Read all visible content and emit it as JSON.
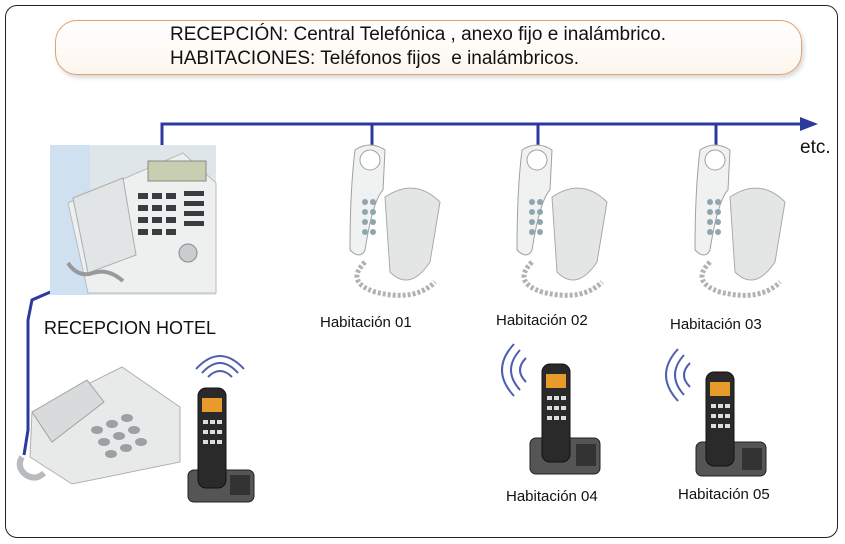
{
  "banner": {
    "line1": "RECEPCIÓN: Central Telefónica , anexo fijo e inalámbrico.",
    "line2": "HABITACIONES: Teléfonos fijos  e inalámbricos."
  },
  "etc_label": "etc.",
  "reception_label": "RECEPCION HOTEL",
  "rooms": {
    "r01": "Habitación 01",
    "r02": "Habitación 02",
    "r03": "Habitación 03",
    "r04": "Habitación 04",
    "r05": "Habitación 05"
  },
  "colors": {
    "line": "#2b3a9c",
    "banner_border": "#e0a070",
    "phone_body": "#e6e9ea",
    "handset_dark": "#2a2a2a",
    "display_orange": "#e89a2a"
  },
  "icons": [
    "pbx-desk-phone-icon",
    "wired-desk-phone-icon",
    "cordless-phone-icon",
    "wall-phone-icon",
    "wireless-signal-icon",
    "arrow-right-icon"
  ]
}
